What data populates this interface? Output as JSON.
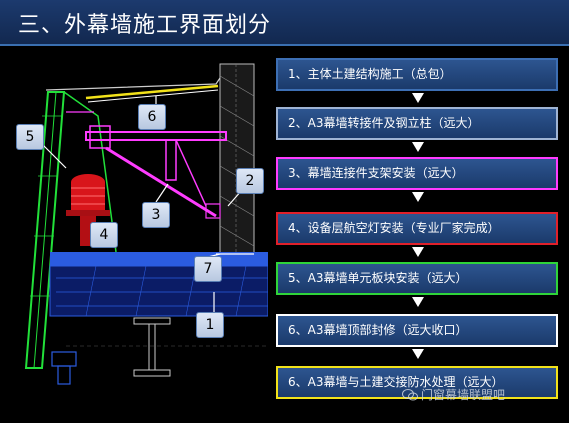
{
  "title": "三、外幕墙施工界面划分",
  "steps": [
    {
      "label": "1、主体土建结构施工（总包）",
      "border": "#3d6fb4"
    },
    {
      "label": "2、A3幕墙转接件及钢立柱（远大）",
      "border": "#9fb4d4"
    },
    {
      "label": "3、幕墙连接件支架安装（远大）",
      "border": "#ff3cff"
    },
    {
      "label": "4、设备层航空灯安装（专业厂家完成）",
      "border": "#e0202a"
    },
    {
      "label": "5、A3幕墙单元板块安装（远大）",
      "border": "#2fd43a"
    },
    {
      "label": "6、A3幕墙顶部封修（远大收口）",
      "border": "#ffffff"
    },
    {
      "label": "6、A3幕墙与土建交接防水处理（远大）",
      "border": "#f2e21a"
    }
  ],
  "callouts": [
    {
      "label": "1"
    },
    {
      "label": "2"
    },
    {
      "label": "3"
    },
    {
      "label": "4"
    },
    {
      "label": "5"
    },
    {
      "label": "6"
    },
    {
      "label": "7"
    }
  ],
  "watermark": "门窗幕墙联盟吧",
  "colors": {
    "title_bg": "#1c3a6e",
    "step_fill": "#2d5590",
    "green_line": "#22e03a",
    "magenta_line": "#ff3cff",
    "blue_slab": "#2b5ce0",
    "red_light": "#d8151b"
  }
}
